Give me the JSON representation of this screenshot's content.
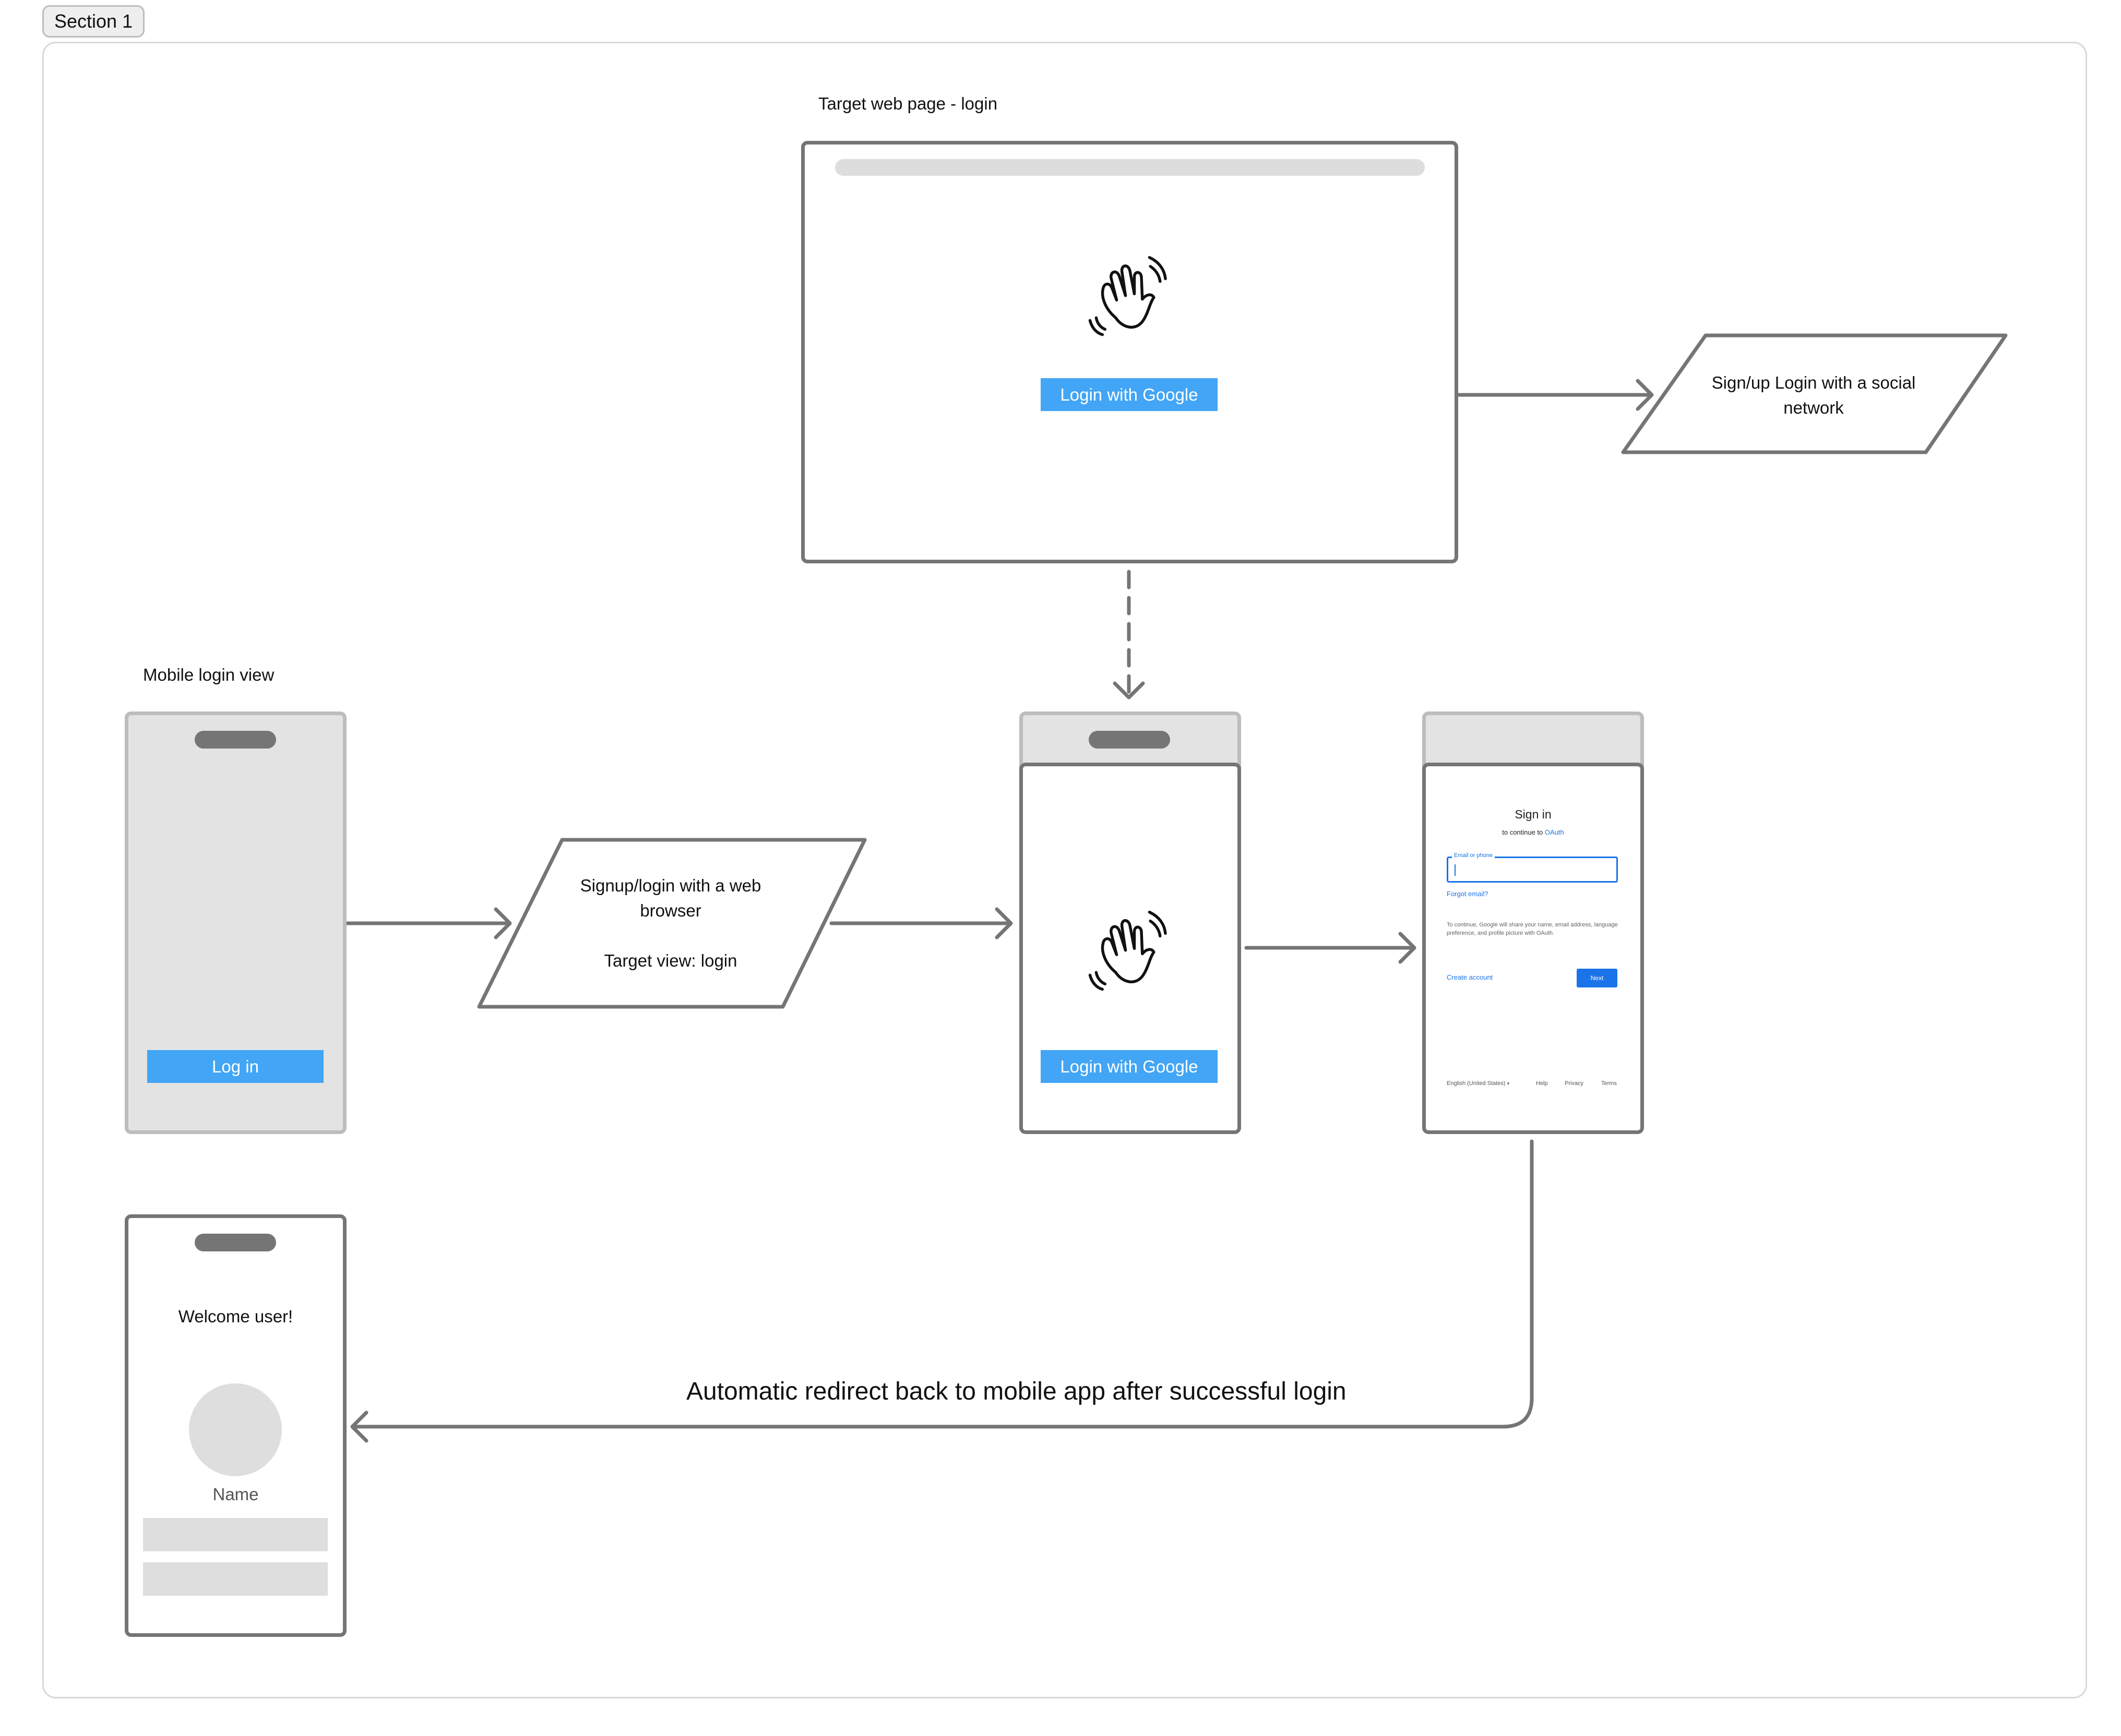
{
  "section": {
    "tag": "Section 1"
  },
  "web_page": {
    "caption": "Target web page - login",
    "button_label": "Login with Google",
    "icon": "waving-hand-icon"
  },
  "social_node": {
    "text": "Sign/up Login with a social network"
  },
  "mobile_login": {
    "caption": "Mobile login view",
    "button_label": "Log in"
  },
  "browser_node": {
    "line1": "Signup/login with a web browser",
    "line2": "Target view: login"
  },
  "mobile_browser": {
    "button_label": "Login with Google",
    "icon": "waving-hand-icon"
  },
  "google_signin": {
    "title": "Sign in",
    "subtitle_prefix": "to continue to ",
    "subtitle_link": "OAuth",
    "field_label": "Email or phone",
    "forgot": "Forgot email?",
    "notice": "To continue, Google will share your name, email address, language preference, and profile picture with OAuth.",
    "create_account": "Create account",
    "next": "Next",
    "language": "English (United States)",
    "help": "Help",
    "privacy": "Privacy",
    "terms": "Terms"
  },
  "redirect_label": "Automatic redirect back to mobile app after successful login",
  "welcome_screen": {
    "title": "Welcome user!",
    "name_label": "Name"
  },
  "colors": {
    "accent": "#42a5f5",
    "google_blue": "#1a73e8",
    "stroke": "#757575",
    "placeholder": "#e3e3e3"
  }
}
